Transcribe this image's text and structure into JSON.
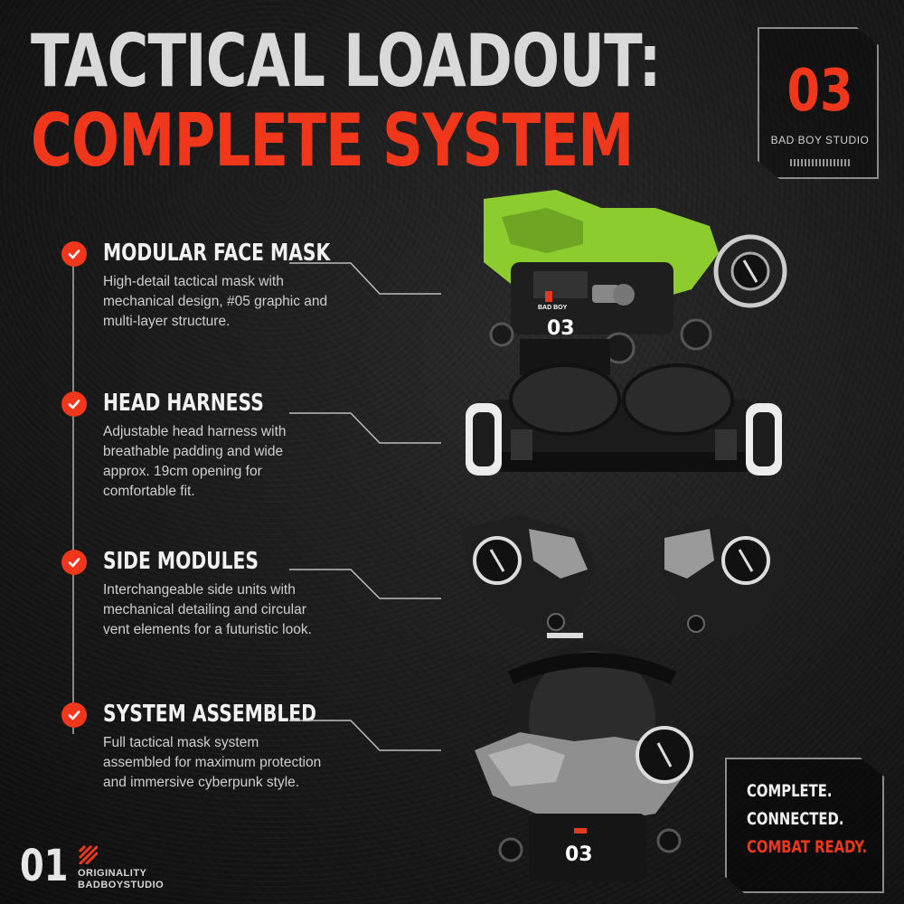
{
  "title": {
    "line1": "TACTICAL LOADOUT:",
    "line2": "COMPLETE SYSTEM"
  },
  "badge": {
    "number": "03",
    "studio": "BAD BOY STUDIO"
  },
  "features": [
    {
      "title": "MODULAR FACE MASK",
      "description": "High-detail tactical mask with mechanical design, #05 graphic and multi-layer structure."
    },
    {
      "title": "HEAD HARNESS",
      "description": "Adjustable head harness with breathable padding and wide approx. 19cm opening for comfortable fit."
    },
    {
      "title": "SIDE MODULES",
      "description": "Interchangeable side units with mechanical detailing and circular vent elements for a futuristic look."
    },
    {
      "title": "SYSTEM ASSEMBLED",
      "description": "Full tactical mask system assembled for maximum protection and immersive cyberpunk style."
    }
  ],
  "product_marks": {
    "mask_number": "03",
    "mask_side_text": "BAD BOY"
  },
  "footer": {
    "logo_number": "01",
    "line1": "ORIGINALITY",
    "line2": "BADBOYSTUDIO"
  },
  "callout": {
    "line1": "COMPLETE.",
    "line2": "CONNECTED.",
    "line3": "COMBAT READY."
  },
  "colors": {
    "accent": "#f0371c",
    "mask_green": "#8ccc2e",
    "background": "#1a1a1a"
  }
}
